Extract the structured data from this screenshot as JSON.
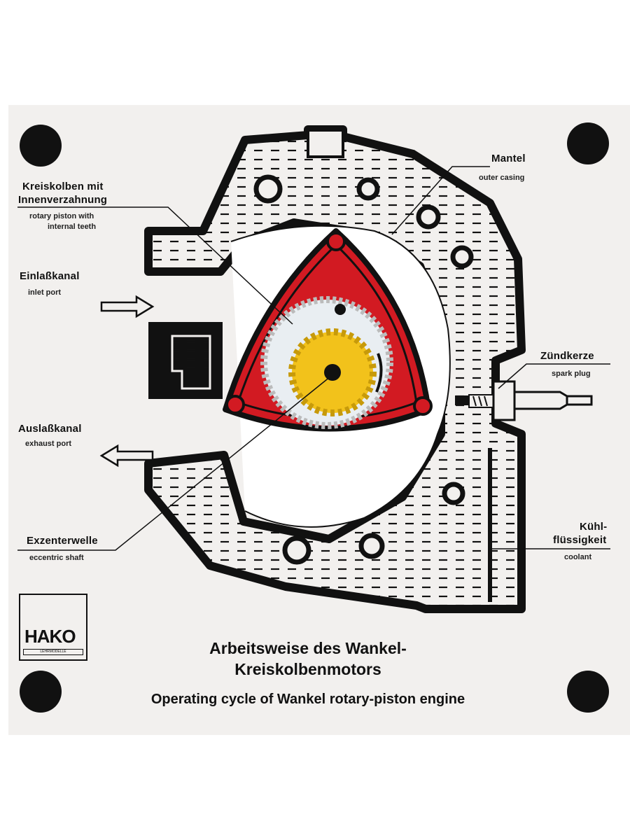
{
  "labels": {
    "rotor": {
      "de_line1": "Kreiskolben mit",
      "de_line2": "Innenverzahnung",
      "en_line1": "rotary piston with",
      "en_line2": "internal teeth"
    },
    "inlet": {
      "de": "Einlaßkanal",
      "en": "inlet port"
    },
    "exhaust": {
      "de": "Auslaßkanal",
      "en": "exhaust port"
    },
    "shaft": {
      "de": "Exzenterwelle",
      "en": "eccentric shaft"
    },
    "casing": {
      "de": "Mantel",
      "en": "outer casing"
    },
    "spark": {
      "de": "Zündkerze",
      "en": "spark plug"
    },
    "coolant": {
      "de_line1": "Kühl-",
      "de_line2": "flüssigkeit",
      "en": "coolant"
    }
  },
  "title": {
    "de_line1": "Arbeitsweise des Wankel-",
    "de_line2": "Kreiskolbenmotors",
    "en": "Operating cycle of Wankel rotary-piston engine"
  },
  "logo": {
    "word": "HAKO",
    "strip": "LEHRMODELLE"
  },
  "colors": {
    "board": "#f2f0ee",
    "ink": "#111111",
    "rotor": "#d21a22",
    "gear": "#f2c21b",
    "inner": "#e9eef2"
  }
}
